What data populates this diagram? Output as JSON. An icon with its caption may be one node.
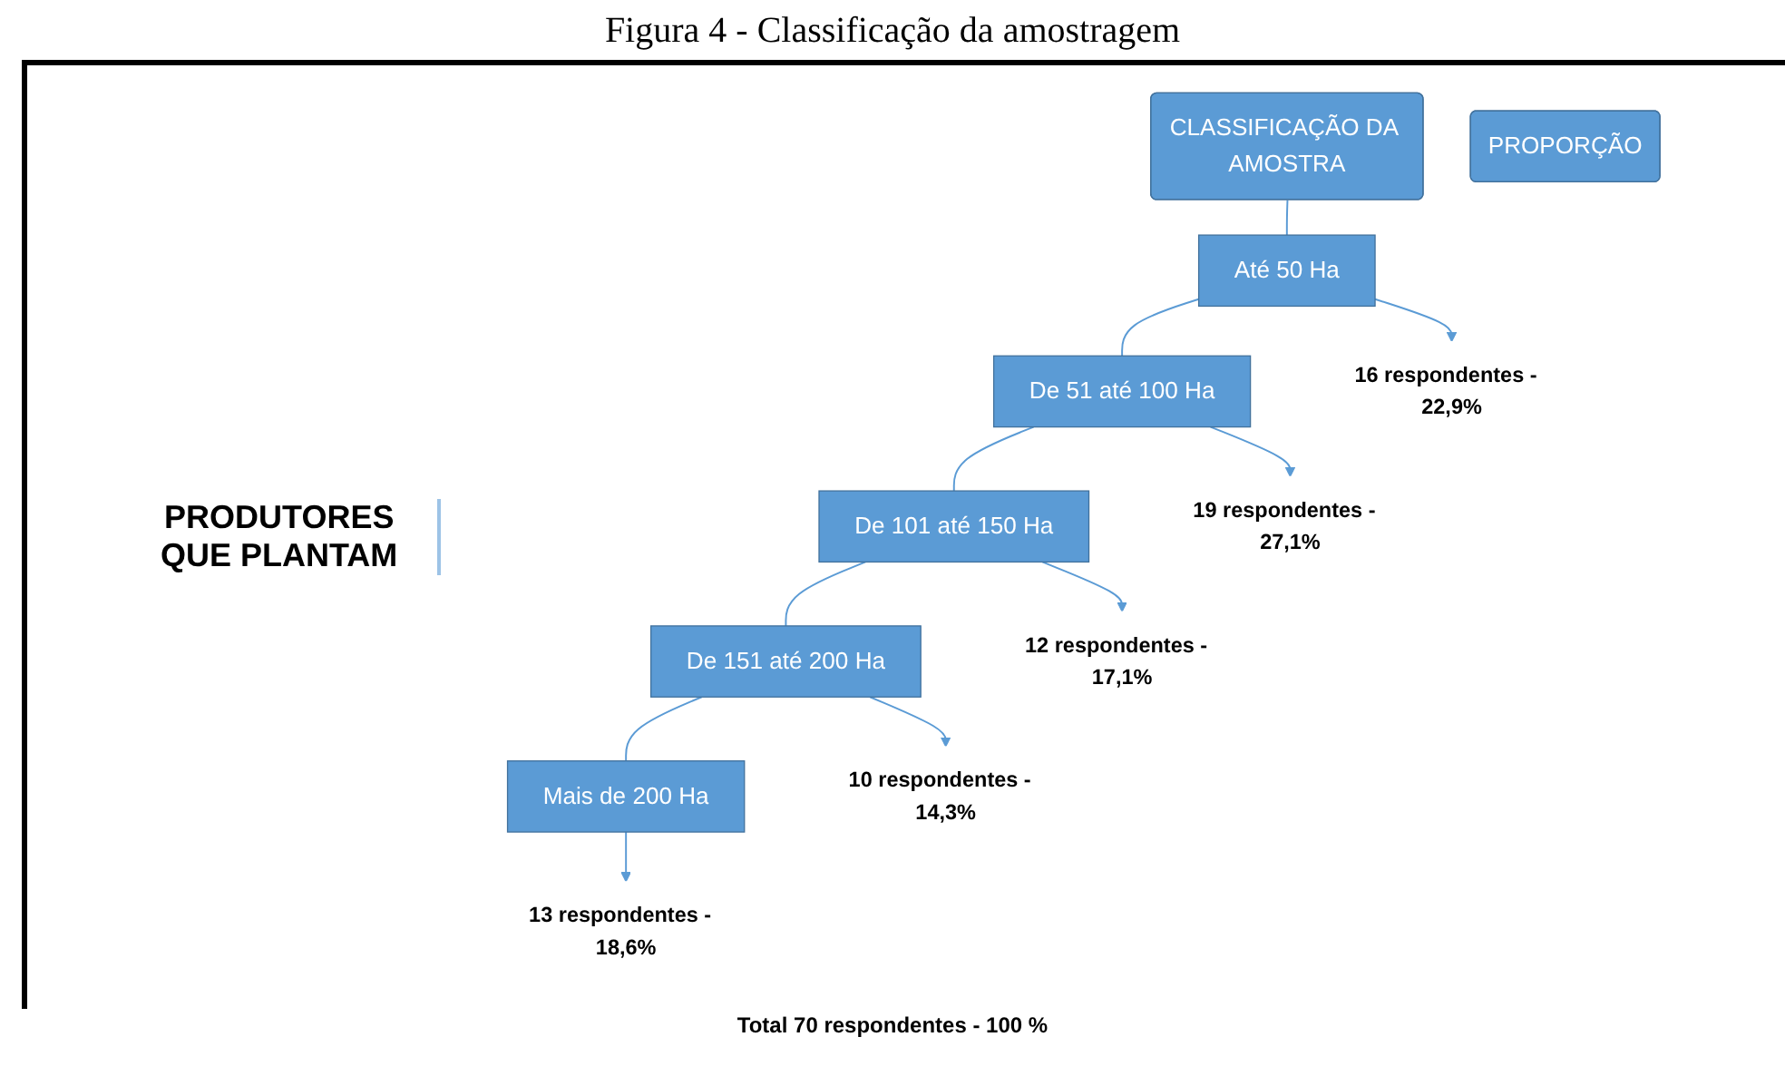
{
  "diagram": {
    "title": "Figura 4 - Classificação da amostragem",
    "nodes": [
      {
        "text": [
          "CLASSIFICAÇÃO DA AMOSTRA"
        ]
      },
      {
        "text": [
          "PROPORÇÃO"
        ]
      },
      {
        "text": [
          "Até 50 Ha"
        ]
      },
      {
        "text": [
          "De 51 até 100 Ha"
        ]
      },
      {
        "text": [
          "De 101 até 150 Ha"
        ]
      },
      {
        "text": [
          "De 151 até 200 Ha"
        ]
      },
      {
        "text": [
          "Mais de 200 Ha"
        ]
      },
      {
        "text": [
          "16 respondentes -  22,9%"
        ]
      },
      {
        "text": [
          "19 respondentes -  27,1%"
        ]
      },
      {
        "text": [
          "12 respondentes -  17,1%"
        ]
      },
      {
        "text": [
          "10 respondentes -  14,3%"
        ]
      },
      {
        "text": [
          "13 respondentes -  18,6%"
        ]
      }
    ],
    "edges": [
      {
        "from": 0,
        "to": 2,
        "arrow": "none"
      },
      {
        "from": 2,
        "to": 3,
        "arrow": "none"
      },
      {
        "from": 3,
        "to": 4,
        "arrow": "none"
      },
      {
        "from": 4,
        "to": 5,
        "arrow": "none"
      },
      {
        "from": 5,
        "to": 6,
        "arrow": "none"
      },
      {
        "from": 2,
        "to": 7,
        "arrow": "to"
      },
      {
        "from": 3,
        "to": 8,
        "arrow": "to"
      },
      {
        "from": 4,
        "to": 9,
        "arrow": "to"
      },
      {
        "from": 5,
        "to": 10,
        "arrow": "to"
      },
      {
        "from": 6,
        "to": 11,
        "arrow": "to"
      }
    ],
    "labels": [
      "PRODUTORES QUE PLANTAM",
      "Total 70 respondentes - 100 %"
    ]
  }
}
